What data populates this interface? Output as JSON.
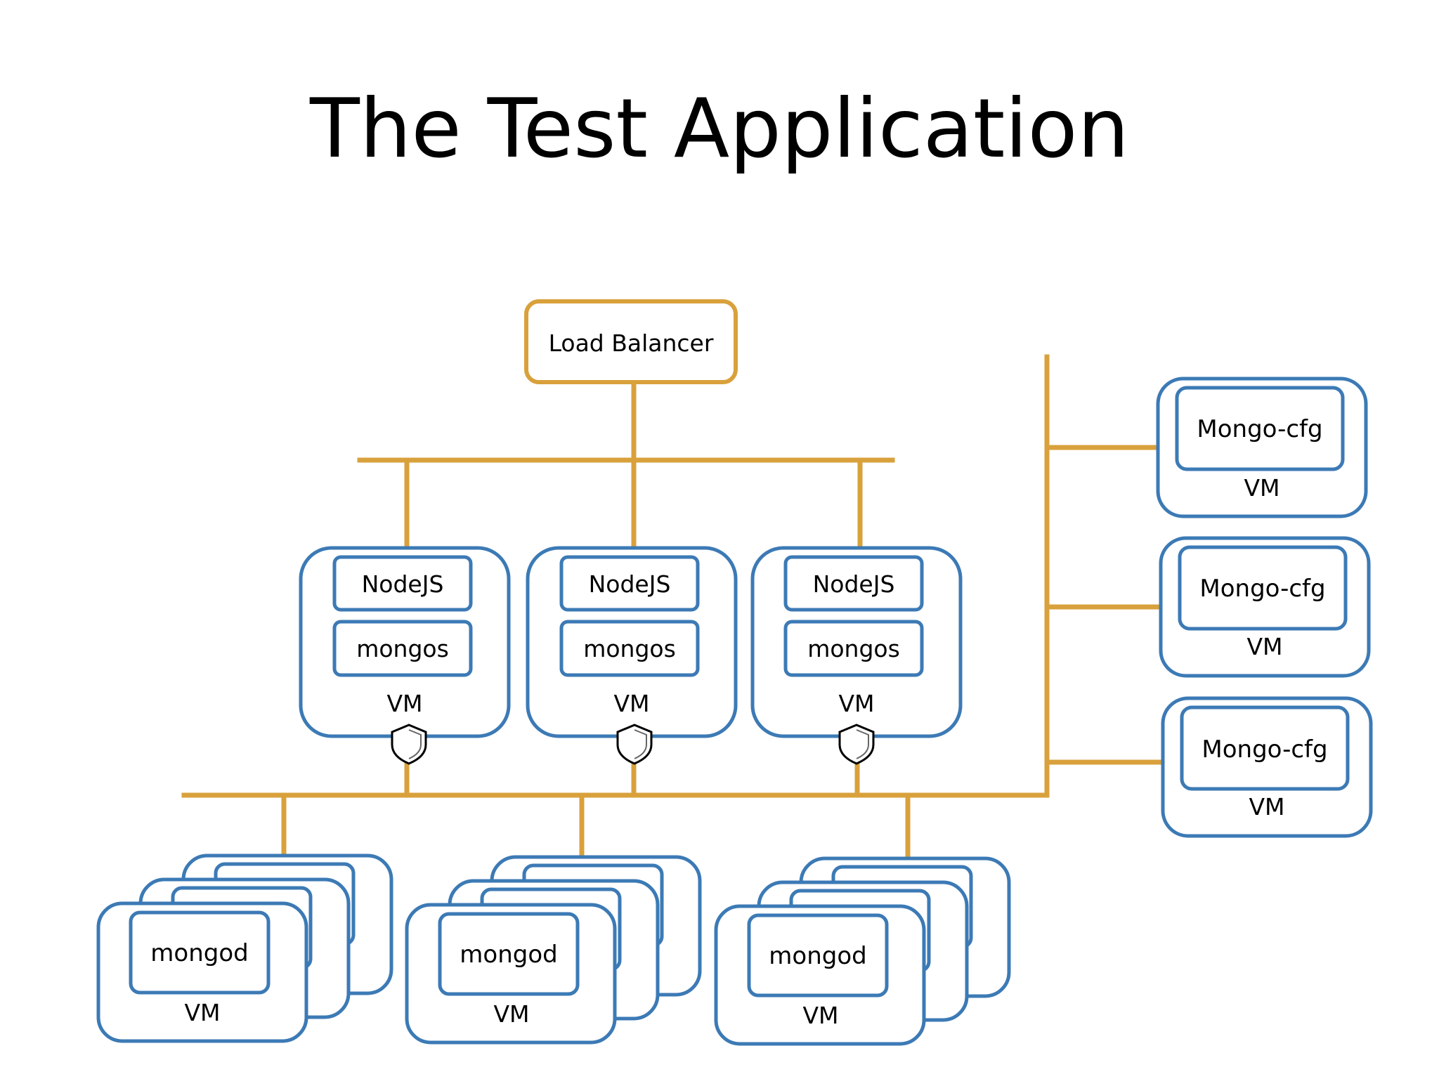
{
  "slide": {
    "title": "The Test Application"
  },
  "diagram": {
    "colors": {
      "network": "#d9a13c",
      "vm_border": "#3c7ab5",
      "background": "#ffffff",
      "text": "#000000"
    },
    "load_balancer": {
      "label": "Load Balancer"
    },
    "app_servers": [
      {
        "process1": "NodeJS",
        "process2": "mongos",
        "host": "VM",
        "icon": "shield-icon"
      },
      {
        "process1": "NodeJS",
        "process2": "mongos",
        "host": "VM",
        "icon": "shield-icon"
      },
      {
        "process1": "NodeJS",
        "process2": "mongos",
        "host": "VM",
        "icon": "shield-icon"
      }
    ],
    "config_servers": [
      {
        "process": "Mongo-cfg",
        "host": "VM"
      },
      {
        "process": "Mongo-cfg",
        "host": "VM"
      },
      {
        "process": "Mongo-cfg",
        "host": "VM"
      }
    ],
    "data_servers": [
      {
        "process": "mongod",
        "host": "VM"
      },
      {
        "process": "mongod",
        "host": "VM"
      },
      {
        "process": "mongod",
        "host": "VM"
      }
    ]
  }
}
